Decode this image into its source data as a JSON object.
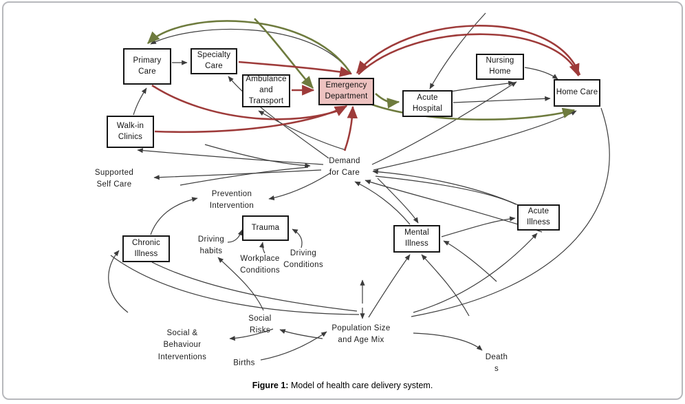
{
  "figure": {
    "caption": {
      "prefix": "Figure 1:",
      "text": " Model of health care delivery system."
    },
    "nodes": [
      {
        "id": "primary-care",
        "label": "Primary\nCare"
      },
      {
        "id": "specialty-care",
        "label": "Specialty\nCare"
      },
      {
        "id": "walk-in-clinics",
        "label": "Walk-in\nClinics"
      },
      {
        "id": "ambulance-transport",
        "label": "Ambulance\nand\nTransport"
      },
      {
        "id": "emergency-department",
        "label": "Emergency\nDepartment"
      },
      {
        "id": "acute-hospital",
        "label": "Acute\nHospital"
      },
      {
        "id": "nursing-home",
        "label": "Nursing\nHome"
      },
      {
        "id": "home-care",
        "label": "Home Care"
      },
      {
        "id": "chronic-illness",
        "label": "Chronic\nIllness"
      },
      {
        "id": "trauma",
        "label": "Trauma"
      },
      {
        "id": "mental-illness",
        "label": "Mental\nIllness"
      },
      {
        "id": "acute-illness",
        "label": "Acute\nIllness"
      }
    ],
    "labels": [
      {
        "id": "demand-for-care",
        "text": "Demand\nfor Care"
      },
      {
        "id": "supported-self-care",
        "text": "Supported\nSelf Care"
      },
      {
        "id": "prevention-intervention",
        "text": "Prevention\nIntervention"
      },
      {
        "id": "driving-habits",
        "text": "Driving\nhabits"
      },
      {
        "id": "workplace-conditions",
        "text": "Workplace\nConditions"
      },
      {
        "id": "driving-conditions",
        "text": "Driving\nConditions"
      },
      {
        "id": "social-risks",
        "text": "Social\nRisks"
      },
      {
        "id": "population-size-age-mix",
        "text": "Population Size\nand Age Mix"
      },
      {
        "id": "social-behaviour-interventions",
        "text": "Social &\nBehaviour\nInterventions"
      },
      {
        "id": "births",
        "text": "Births"
      },
      {
        "id": "deaths",
        "text": "Death\ns"
      }
    ],
    "colors": {
      "flow_maroon": "#9e3b3a",
      "flow_olive": "#6e7b3e",
      "flow_black": "#3c3c3c",
      "highlight_fill": "#edc2c0",
      "box_border": "#151515",
      "frame_border": "#b7b8bc"
    }
  }
}
